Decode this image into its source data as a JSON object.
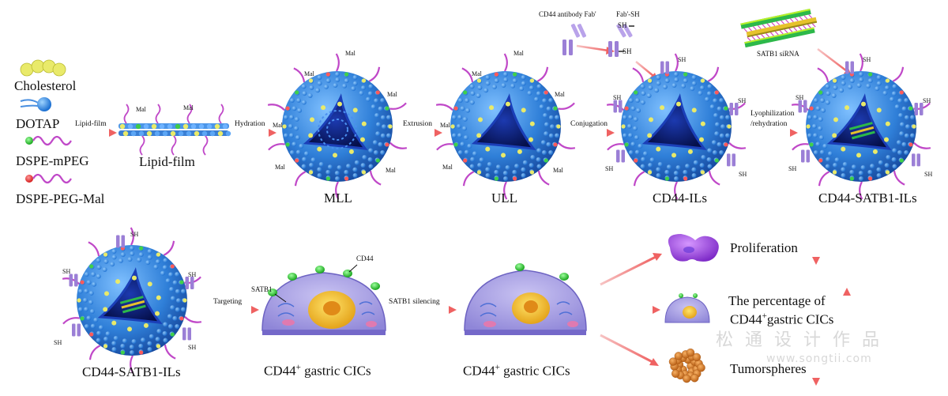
{
  "legend": {
    "cholesterol": "Cholesterol",
    "dotap": "DOTAP",
    "dspe_mpeg": "DSPE-mPEG",
    "dspe_peg_mal": "DSPE-PEG-Mal"
  },
  "steps": {
    "lipid_film_arrow": "Lipid-film",
    "hydration": "Hydration",
    "extrusion": "Extrusion",
    "conjugation": "Conjugation",
    "lyophilization_1": "Lyophilization",
    "lyophilization_2": "/rehydration",
    "targeting": "Targeting",
    "satb1_silencing": "SATB1 silencing"
  },
  "products": {
    "lipid_film": "Lipid-film",
    "mll": "MLL",
    "ull": "ULL",
    "cd44_ils": "CD44-ILs",
    "cd44_satb1_ils": "CD44-SATB1-ILs",
    "cd44_satb1_ils_2": "CD44-SATB1-ILs"
  },
  "reagents": {
    "fab": "CD44 antibody Fab'",
    "fab_sh": "Fab'-SH",
    "sirna": "SATB1 siRNA"
  },
  "tags": {
    "mal": "Mal",
    "sh": "SH",
    "cd44": "CD44",
    "satb1": "SATB1"
  },
  "cells": {
    "cell1_pre": "CD44",
    "cell1_sup": "+",
    "cell1_post": " gastric CICs",
    "cell2_pre": "CD44",
    "cell2_sup": "+",
    "cell2_post": " gastric CICs"
  },
  "outcomes": {
    "proliferation": "Proliferation",
    "percentage_1": "The percentage of",
    "percentage_2_pre": "CD44",
    "percentage_2_sup": "+",
    "percentage_2_post": "gastric CICs",
    "tumorspheres": "Tumorspheres"
  },
  "watermark": {
    "chars": "松 通 设 计 作 品",
    "url": "www.songtii.com"
  },
  "colors": {
    "arrow": "#f07575",
    "sphere": "#2f7fd8",
    "core": "#0a1f7a",
    "peg": "#c048c8",
    "fab": "#9b7fd6",
    "cholesterol": "#e9ea6a"
  }
}
